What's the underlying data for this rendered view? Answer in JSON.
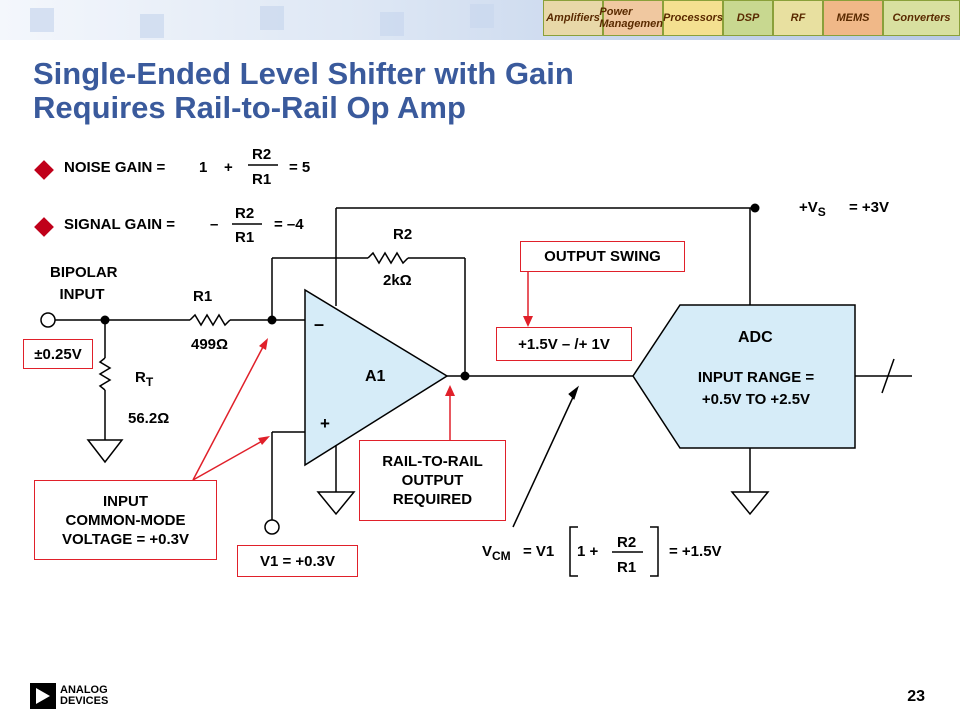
{
  "slide": {
    "title_line1": "Single-Ended Level Shifter with Gain",
    "title_line2": "Requires Rail-to-Rail Op Amp",
    "page_number": "23",
    "logo_line1": "ANALOG",
    "logo_line2": "DEVICES"
  },
  "banner_tiles": [
    "Amplifiers",
    "Power Management",
    "Processors",
    "DSP",
    "RF",
    "MEMS",
    "Converters"
  ],
  "equations": {
    "noise_gain_label": "NOISE GAIN =",
    "noise_gain_one": "1",
    "noise_gain_plus": "+",
    "noise_gain_num": "R2",
    "noise_gain_den": "R1",
    "noise_gain_result": "= 5",
    "signal_gain_label": "SIGNAL GAIN =",
    "signal_gain_minus": "–",
    "signal_gain_num": "R2",
    "signal_gain_den": "R1",
    "signal_gain_result": "= –4"
  },
  "circuit": {
    "bipolar_input_line1": "BIPOLAR",
    "bipolar_input_line2": "INPUT",
    "input_amplitude": "±0.25V",
    "r1_label": "R1",
    "r1_value": "499Ω",
    "r2_label": "R2",
    "r2_value": "2kΩ",
    "rt_label": "R",
    "rt_sub": "T",
    "rt_value": "56.2Ω",
    "opamp_label": "A1",
    "opamp_minus": "–",
    "opamp_plus": "+",
    "supply_label": "+V",
    "supply_sub": "S",
    "supply_value": "= +3V",
    "adc_label": "ADC",
    "adc_range_line1": "INPUT RANGE =",
    "adc_range_line2": "+0.5V TO +2.5V",
    "output_swing_label": "OUTPUT SWING",
    "output_swing_value": "+1.5V – /+ 1V",
    "rail_to_rail_line1": "RAIL-TO-RAIL",
    "rail_to_rail_line2": "OUTPUT",
    "rail_to_rail_line3": "REQUIRED",
    "input_cm_line1": "INPUT",
    "input_cm_line2": "COMMON-MODE",
    "input_cm_line3": "VOLTAGE = +0.3V",
    "v1_label": "V1 = +0.3V",
    "vcm_label": "V",
    "vcm_sub": "CM",
    "vcm_eq": "= V1",
    "vcm_one_plus": "1 +",
    "vcm_num": "R2",
    "vcm_den": "R1",
    "vcm_result": "= +1.5V"
  },
  "colors": {
    "title": "#3a5a9c",
    "bullet": "#c0001a",
    "callout_border": "#e0202a",
    "opamp_fill": "#d6ecf8",
    "adc_fill": "#d6ecf8"
  }
}
